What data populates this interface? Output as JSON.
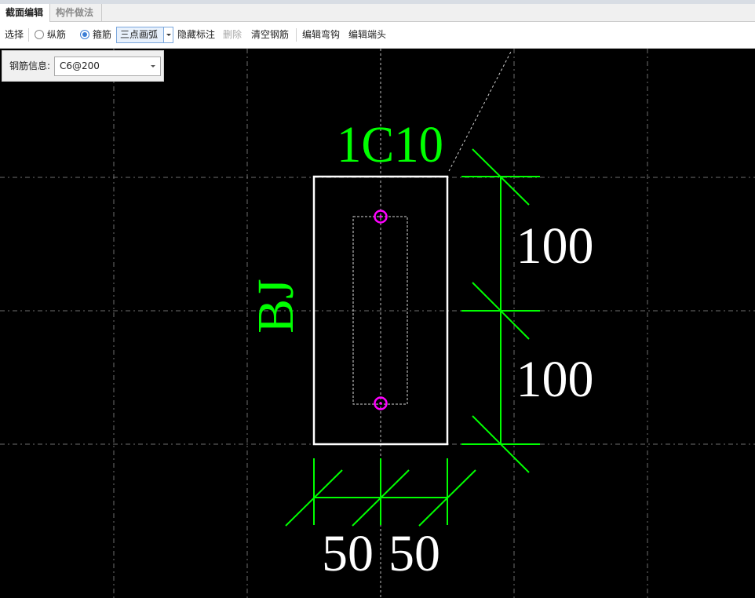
{
  "tabs": [
    {
      "label": "截面编辑",
      "active": true
    },
    {
      "label": "构件做法",
      "active": false
    }
  ],
  "toolbar": {
    "select_label": "选择",
    "rebar_type": {
      "longitudinal": "纵筋",
      "stirrup": "箍筋",
      "selected": "箍筋"
    },
    "draw_mode": "三点画弧",
    "hide_annotation": "隐藏标注",
    "delete": "删除",
    "clear_rebar": "清空钢筋",
    "edit_hook": "编辑弯钩",
    "edit_end": "编辑端头"
  },
  "rebar_info": {
    "label": "钢筋信息:",
    "value": "C6@200"
  },
  "drawing": {
    "top_rebar_label": "1C10",
    "side_label": "BJ",
    "dim_vertical": [
      "100",
      "100"
    ],
    "dim_horizontal": [
      "50",
      "50"
    ],
    "colors": {
      "annotation": "#00ff00",
      "section": "#ffffff",
      "rebar": "#ff00ff",
      "grid": "#777777",
      "background": "#000000"
    }
  }
}
